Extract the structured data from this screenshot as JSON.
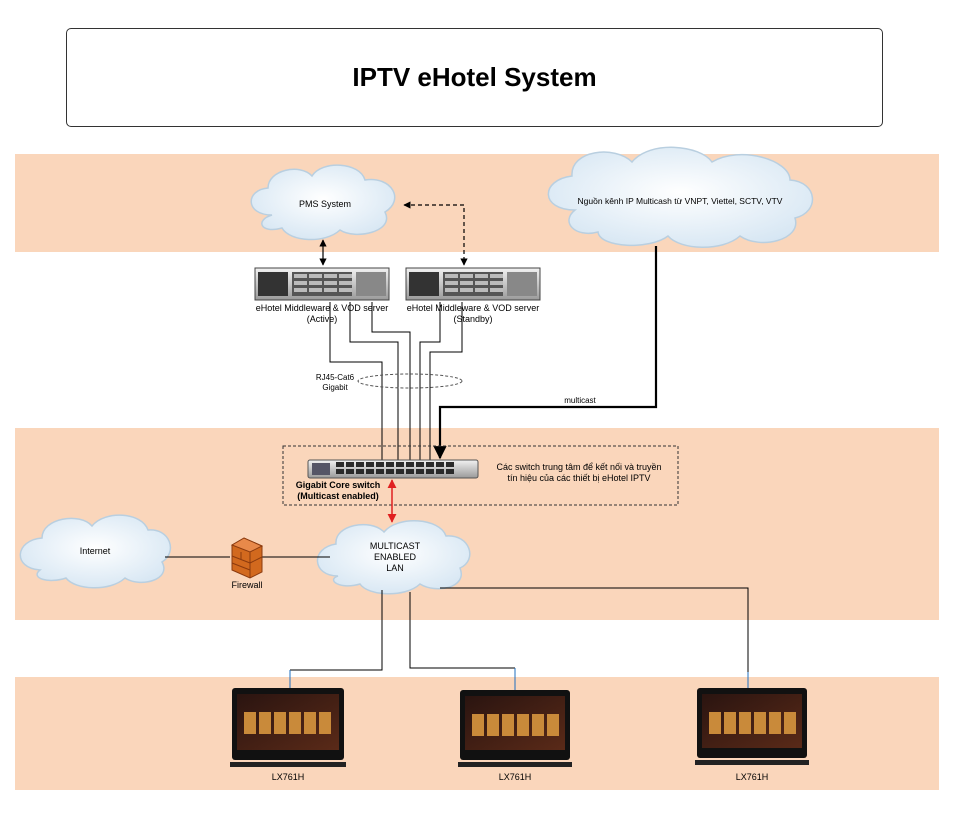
{
  "title": "IPTV eHotel System",
  "clouds": {
    "pms": "PMS System",
    "multicast_source": "Nguồn kênh IP Multicash từ VNPT, Viettel, SCTV, VTV",
    "internet": "Internet",
    "lan_line1": "MULTICAST",
    "lan_line2": "ENABLED",
    "lan_line3": "LAN"
  },
  "servers": {
    "active_line1": "eHotel Middleware & VOD server",
    "active_line2": "(Active)",
    "standby_line1": "eHotel Middleware & VOD server",
    "standby_line2": "(Standby)"
  },
  "cable": {
    "line1": "RJ45-Cat6",
    "line2": "Gigabit"
  },
  "multicast_label": "multicast",
  "switch": {
    "line1": "Gigabit Core switch",
    "line2": "(Multicast enabled)",
    "desc_line1": "Các switch trung tâm để kết nối và truyền",
    "desc_line2": "tín hiệu của các thiết bị eHotel IPTV"
  },
  "firewall": "Firewall",
  "tvs": [
    {
      "model": "LX761H"
    },
    {
      "model": "LX761H"
    },
    {
      "model": "LX761H"
    }
  ],
  "colors": {
    "band": "#fad6bb",
    "cloud": "#eaf3fb",
    "arrow_red": "#e02020",
    "tv_link": "#1f6fbf"
  }
}
